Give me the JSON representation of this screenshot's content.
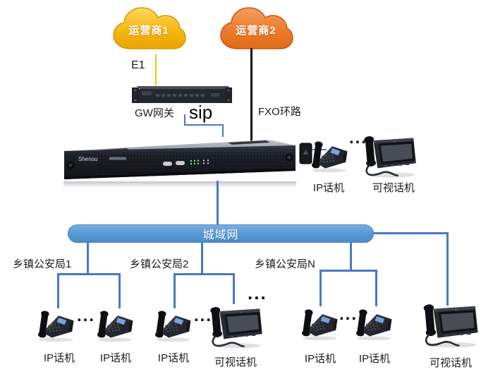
{
  "colors": {
    "operator1_cloud": "#F0AC00",
    "operator2_cloud": "#ED7D31",
    "link_blue": "#4979C4",
    "link_black": "#141414",
    "e1_yellow": "#FDBF08",
    "metro_bar_blue": "#5B9BD5"
  },
  "top": {
    "operator1": "运营商1",
    "operator2": "运营商2",
    "e1": "E1",
    "gateway": "GW网关",
    "sip": "sip",
    "fxo": "FXO环路"
  },
  "server": {
    "brand": "Shenou"
  },
  "ellipsis": "...",
  "hq": {
    "ip_phone": "IP话机",
    "video_phone": "可视话机"
  },
  "metro": {
    "label": "城域网"
  },
  "branches": [
    {
      "name": "乡镇公安局1",
      "phone1": "IP话机",
      "phone2": "IP话机"
    },
    {
      "name": "乡镇公安局2",
      "phone1": "IP话机",
      "phone2": "可视话机"
    },
    {
      "name": "乡镇公安局N",
      "phone1": "IP话机",
      "phone2": "IP话机"
    }
  ],
  "standalone": {
    "video_phone": "可视话机"
  }
}
